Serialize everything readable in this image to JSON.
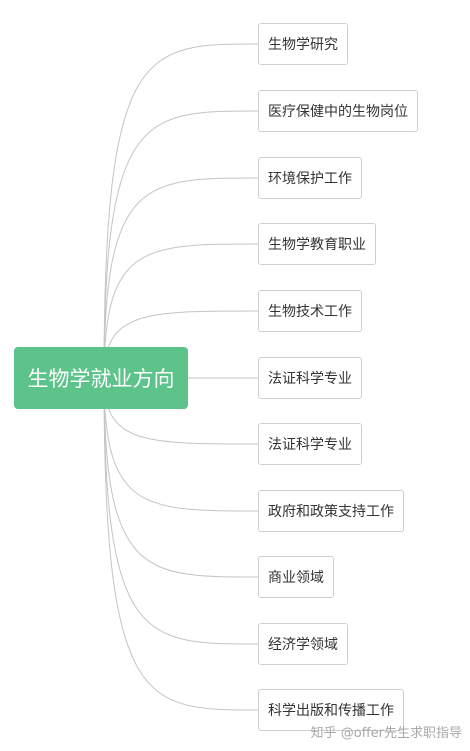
{
  "mindmap": {
    "root": {
      "label": "生物学就业方向",
      "color": "#5cc38a"
    },
    "branches": [
      {
        "label": "生物学研究"
      },
      {
        "label": "医疗保健中的生物岗位"
      },
      {
        "label": "环境保护工作"
      },
      {
        "label": "生物学教育职业"
      },
      {
        "label": "生物技术工作"
      },
      {
        "label": "法证科学专业"
      },
      {
        "label": "法证科学专业"
      },
      {
        "label": "政府和政策支持工作"
      },
      {
        "label": "商业领域"
      },
      {
        "label": "经济学领域"
      },
      {
        "label": "科学出版和传播工作"
      }
    ],
    "connector_color": "#c4c4c4",
    "node_border_color": "#cfcfcf"
  },
  "watermark": {
    "text": "知乎 @offer先生求职指导"
  }
}
